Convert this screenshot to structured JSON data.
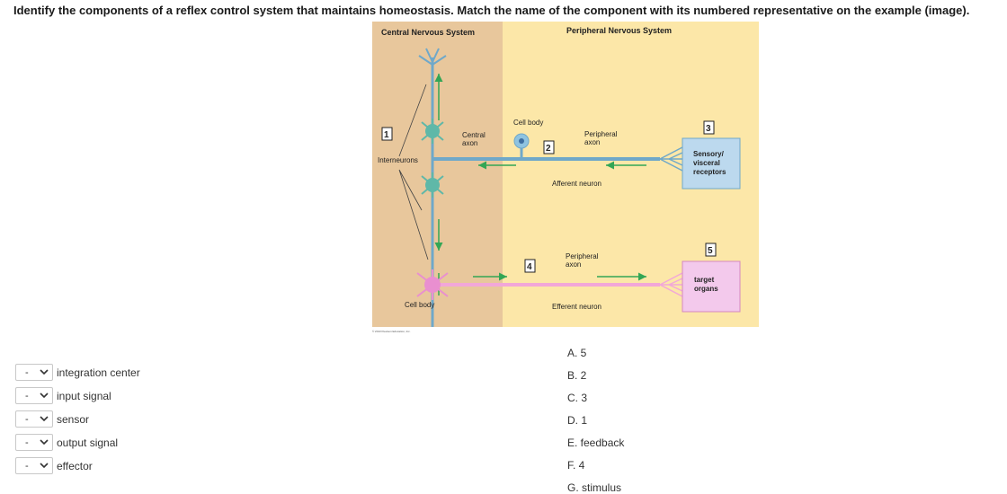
{
  "question": "Identify the components of a reflex control system that maintains homeostasis. Match the name of the component with its numbered representative on the example (image).",
  "figure": {
    "cns_label": "Central Nervous System",
    "pns_label": "Peripheral Nervous System",
    "cell_body_top": "Cell body",
    "central_axon_1": "Central",
    "central_axon_2": "axon",
    "peripheral_axon_top_1": "Peripheral",
    "peripheral_axon_top_2": "axon",
    "interneurons": "Interneurons",
    "sensory_1": "Sensory/",
    "sensory_2": "visceral",
    "sensory_3": "receptors",
    "afferent": "Afferent neuron",
    "peripheral_axon_bottom_1": "Peripheral",
    "peripheral_axon_bottom_2": "axon",
    "target_1": "target",
    "target_2": "organs",
    "cell_body_bottom": "Cell body",
    "efferent": "Efferent neuron",
    "copyright": "© 2013 Pearson Education, Inc.",
    "num1": "1",
    "num2": "2",
    "num3": "3",
    "num4": "4",
    "num5": "5",
    "colors": {
      "cns_bg": "#e8c79c",
      "pns_bg": "#fce7a8",
      "afferent": "#6fa8c9",
      "efferent": "#f2a7d8",
      "arrow": "#33a655",
      "receptor_box": "#bcd9ee",
      "target_box": "#f3c9ec"
    }
  },
  "matching": {
    "placeholder": "-",
    "items": [
      {
        "term": "integration center"
      },
      {
        "term": "input signal"
      },
      {
        "term": "sensor"
      },
      {
        "term": "output signal"
      },
      {
        "term": "effector"
      }
    ]
  },
  "answers": [
    "A. 5",
    "B. 2",
    "C. 3",
    "D. 1",
    "E. feedback",
    "F. 4",
    "G. stimulus"
  ]
}
